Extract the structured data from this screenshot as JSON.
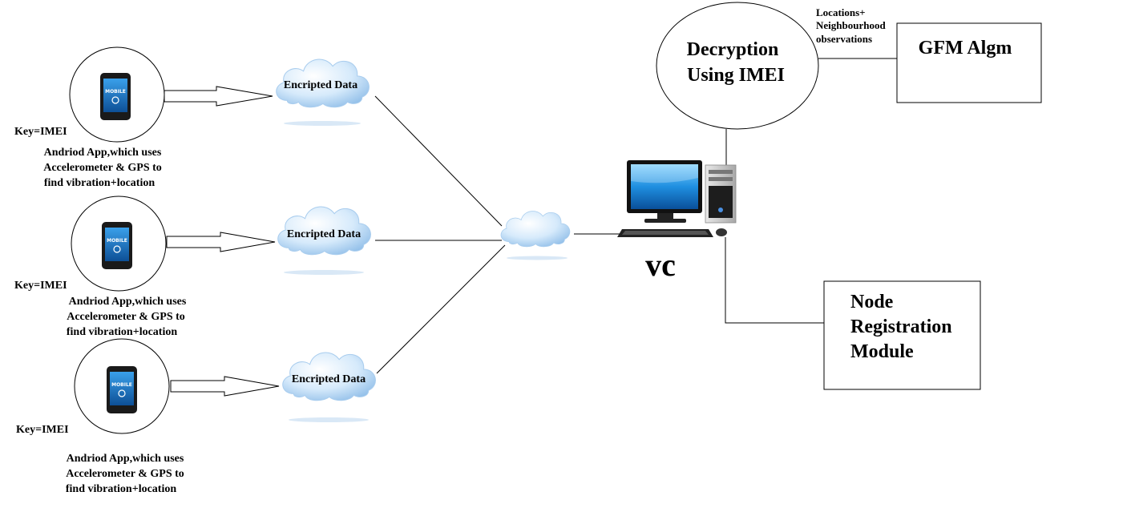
{
  "nodes": [
    {
      "key_label": "Key=IMEI",
      "app_description_lines": [
        "Andriod App,which uses",
        "Accelerometer & GPS to",
        "find vibration+location"
      ],
      "phone_screen_text": "MOBILE",
      "cloud_label": "Encripted Data"
    },
    {
      "key_label": "Key=IMEI",
      "app_description_lines": [
        "Andriod App,which uses",
        "Accelerometer & GPS to",
        "find vibration+location"
      ],
      "phone_screen_text": "MOBILE",
      "cloud_label": "Encripted Data"
    },
    {
      "key_label": "Key=IMEI",
      "app_description_lines": [
        "Andriod App,which uses",
        "Accelerometer & GPS to",
        "find vibration+location"
      ],
      "phone_screen_text": "MOBILE",
      "cloud_label": "Encripted Data"
    }
  ],
  "server": {
    "label": "vc"
  },
  "decryption": {
    "lines": [
      "Decryption",
      "Using IMEI"
    ]
  },
  "gfm": {
    "label": "GFM Algm",
    "edge_label_lines": [
      "Locations+",
      "Neighbourhood",
      "observations"
    ]
  },
  "registration": {
    "lines": [
      "Node",
      "Registration",
      "Module"
    ]
  },
  "colors": {
    "cloud_light": "#e9f4fd",
    "cloud_dark": "#93c3ec",
    "monitor_screen": "#1f8fe0",
    "phone_screen": "#1976c8",
    "line": "#000000"
  }
}
